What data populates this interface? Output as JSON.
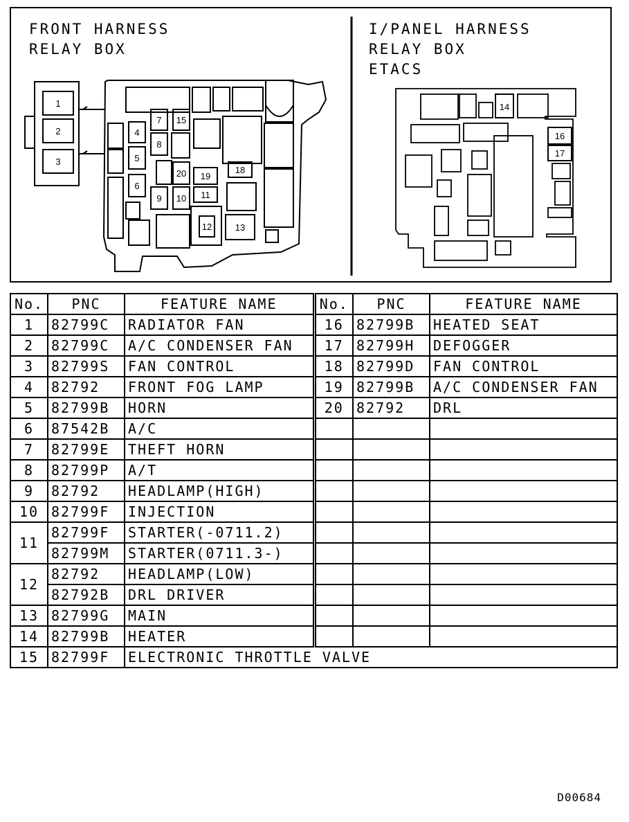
{
  "titles": {
    "front": [
      "FRONT HARNESS",
      "RELAY BOX"
    ],
    "ipanel": [
      "I/PANEL HARNESS",
      "RELAY BOX",
      "ETACS"
    ]
  },
  "relay_slots": {
    "front": [
      "1",
      "2",
      "3",
      "4",
      "5",
      "6",
      "7",
      "8",
      "9",
      "10",
      "11",
      "12",
      "13",
      "15",
      "18",
      "19",
      "20"
    ],
    "ipanel": [
      "14",
      "16",
      "17"
    ]
  },
  "table": {
    "headers": {
      "no": "No.",
      "pnc": "PNC",
      "feature": "FEATURE NAME"
    },
    "left_rows": [
      {
        "no": "1",
        "entries": [
          {
            "pnc": "82799C",
            "feature": "RADIATOR FAN"
          }
        ]
      },
      {
        "no": "2",
        "entries": [
          {
            "pnc": "82799C",
            "feature": "A/C CONDENSER FAN"
          }
        ]
      },
      {
        "no": "3",
        "entries": [
          {
            "pnc": "82799S",
            "feature": "FAN CONTROL"
          }
        ]
      },
      {
        "no": "4",
        "entries": [
          {
            "pnc": "82792",
            "feature": "FRONT FOG LAMP"
          }
        ]
      },
      {
        "no": "5",
        "entries": [
          {
            "pnc": "82799B",
            "feature": "HORN"
          }
        ]
      },
      {
        "no": "6",
        "entries": [
          {
            "pnc": "87542B",
            "feature": "A/C"
          }
        ]
      },
      {
        "no": "7",
        "entries": [
          {
            "pnc": "82799E",
            "feature": "THEFT HORN"
          }
        ]
      },
      {
        "no": "8",
        "entries": [
          {
            "pnc": "82799P",
            "feature": "A/T"
          }
        ]
      },
      {
        "no": "9",
        "entries": [
          {
            "pnc": "82792",
            "feature": "HEADLAMP(HIGH)"
          }
        ]
      },
      {
        "no": "10",
        "entries": [
          {
            "pnc": "82799F",
            "feature": "INJECTION"
          }
        ]
      },
      {
        "no": "11",
        "entries": [
          {
            "pnc": "82799F",
            "feature": "STARTER(-0711.2)"
          },
          {
            "pnc": "82799M",
            "feature": "STARTER(0711.3-)"
          }
        ]
      },
      {
        "no": "12",
        "entries": [
          {
            "pnc": "82792",
            "feature": "HEADLAMP(LOW)"
          },
          {
            "pnc": "82792B",
            "feature": "DRL DRIVER"
          }
        ]
      },
      {
        "no": "13",
        "entries": [
          {
            "pnc": "82799G",
            "feature": "MAIN"
          }
        ]
      },
      {
        "no": "14",
        "entries": [
          {
            "pnc": "82799B",
            "feature": "HEATER"
          }
        ]
      }
    ],
    "right_rows": [
      {
        "no": "16",
        "pnc": "82799B",
        "feature": "HEATED SEAT"
      },
      {
        "no": "17",
        "pnc": "82799H",
        "feature": "DEFOGGER"
      },
      {
        "no": "18",
        "pnc": "82799D",
        "feature": "FAN CONTROL"
      },
      {
        "no": "19",
        "pnc": "82799B",
        "feature": "A/C CONDENSER FAN"
      },
      {
        "no": "20",
        "pnc": "82792",
        "feature": "DRL"
      }
    ],
    "last_row": {
      "no": "15",
      "pnc": "82799F",
      "feature": "ELECTRONIC THROTTLE VALVE"
    }
  },
  "footer_code": "D00684"
}
